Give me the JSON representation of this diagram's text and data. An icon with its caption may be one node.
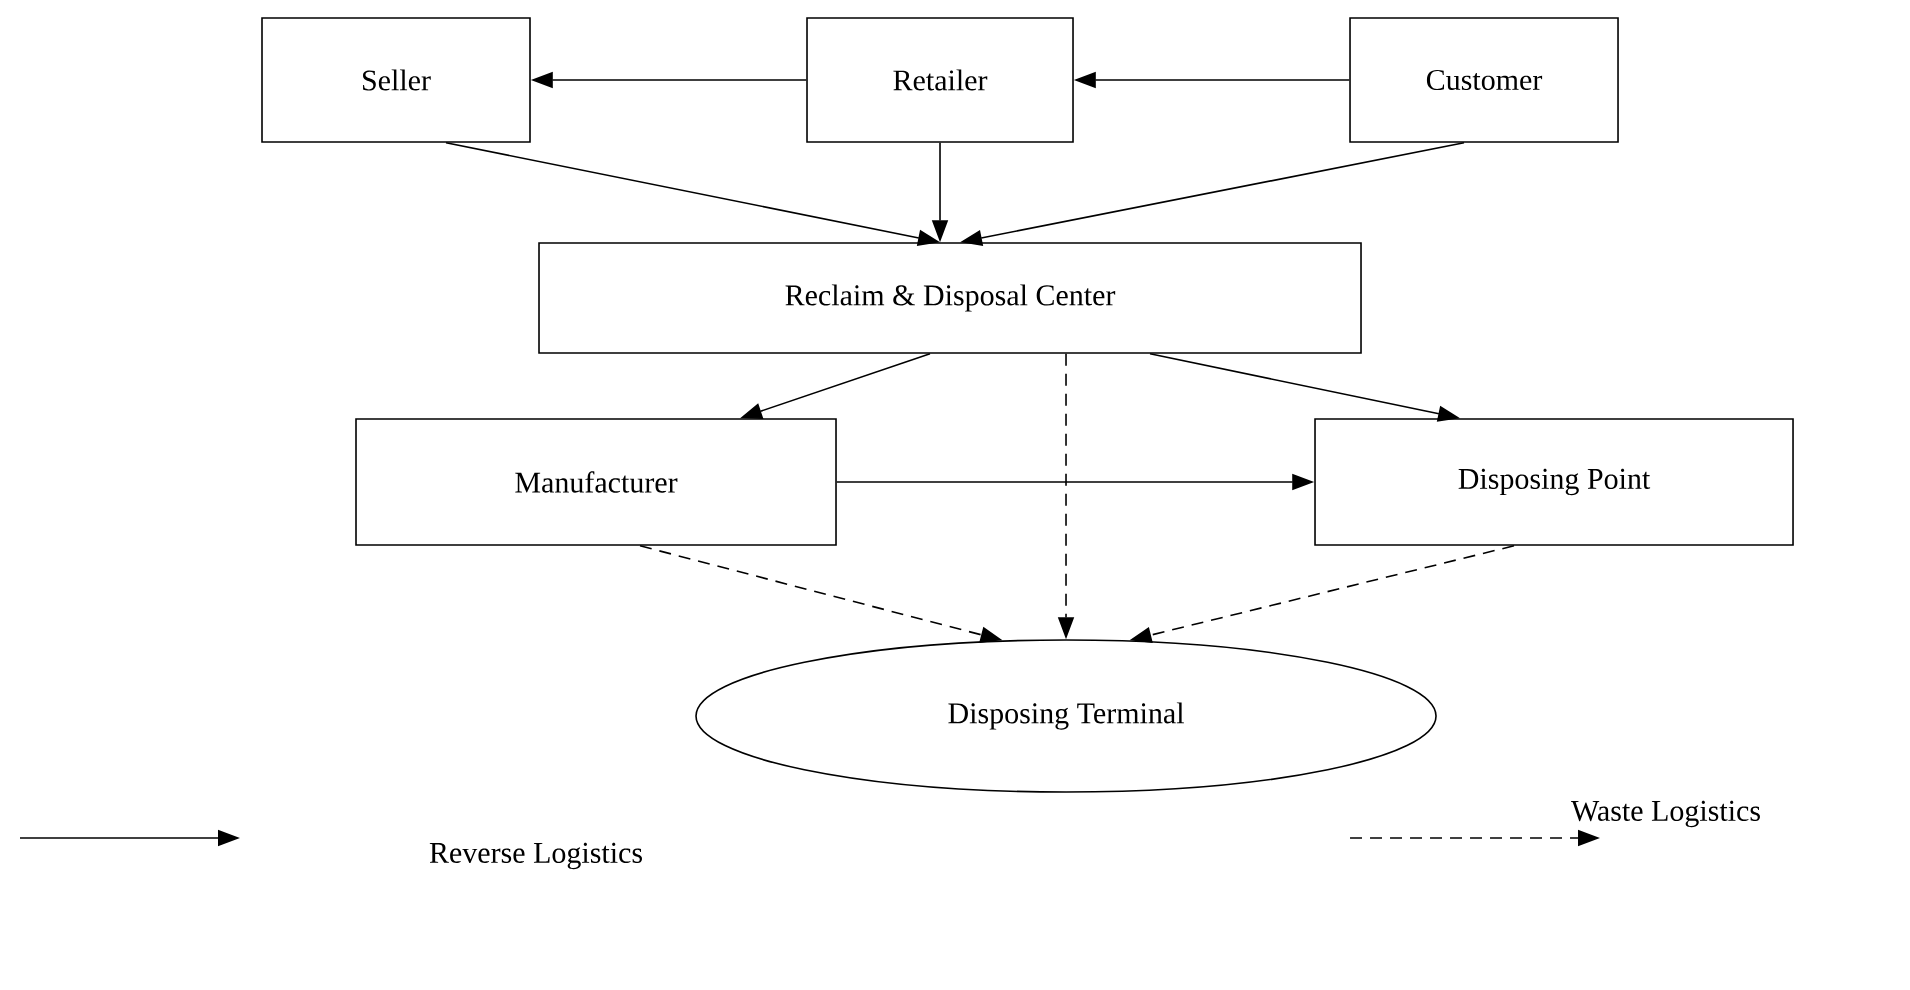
{
  "diagram": {
    "nodes": [
      {
        "text": [
          "Seller"
        ]
      },
      {
        "text": [
          "Retailer"
        ]
      },
      {
        "text": [
          "Customer"
        ]
      },
      {
        "text": [
          "Reclaim & Disposal Center"
        ]
      },
      {
        "text": [
          "Manufacturer"
        ]
      },
      {
        "text": [
          "Disposing Point"
        ]
      },
      {
        "text": [
          "Disposing Terminal"
        ]
      }
    ],
    "edges": [
      {
        "from": 1,
        "to": 0,
        "arrow": "to"
      },
      {
        "from": 2,
        "to": 1,
        "arrow": "to"
      },
      {
        "from": 0,
        "to": 3,
        "arrow": "to"
      },
      {
        "from": 1,
        "to": 3,
        "arrow": "to"
      },
      {
        "from": 2,
        "to": 3,
        "arrow": "to"
      },
      {
        "from": 3,
        "to": 4,
        "arrow": "to"
      },
      {
        "from": 3,
        "to": 5,
        "arrow": "to"
      },
      {
        "from": 4,
        "to": 5,
        "arrow": "to"
      },
      {
        "from": 4,
        "to": 6,
        "arrow": "to",
        "style": "dashed"
      },
      {
        "from": 3,
        "to": 6,
        "arrow": "to",
        "style": "dashed"
      },
      {
        "from": 5,
        "to": 6,
        "arrow": "to",
        "style": "dashed"
      }
    ],
    "legend": [
      {
        "text": "Reverse Logistics"
      },
      {
        "text": "Waste Logistics"
      }
    ]
  }
}
